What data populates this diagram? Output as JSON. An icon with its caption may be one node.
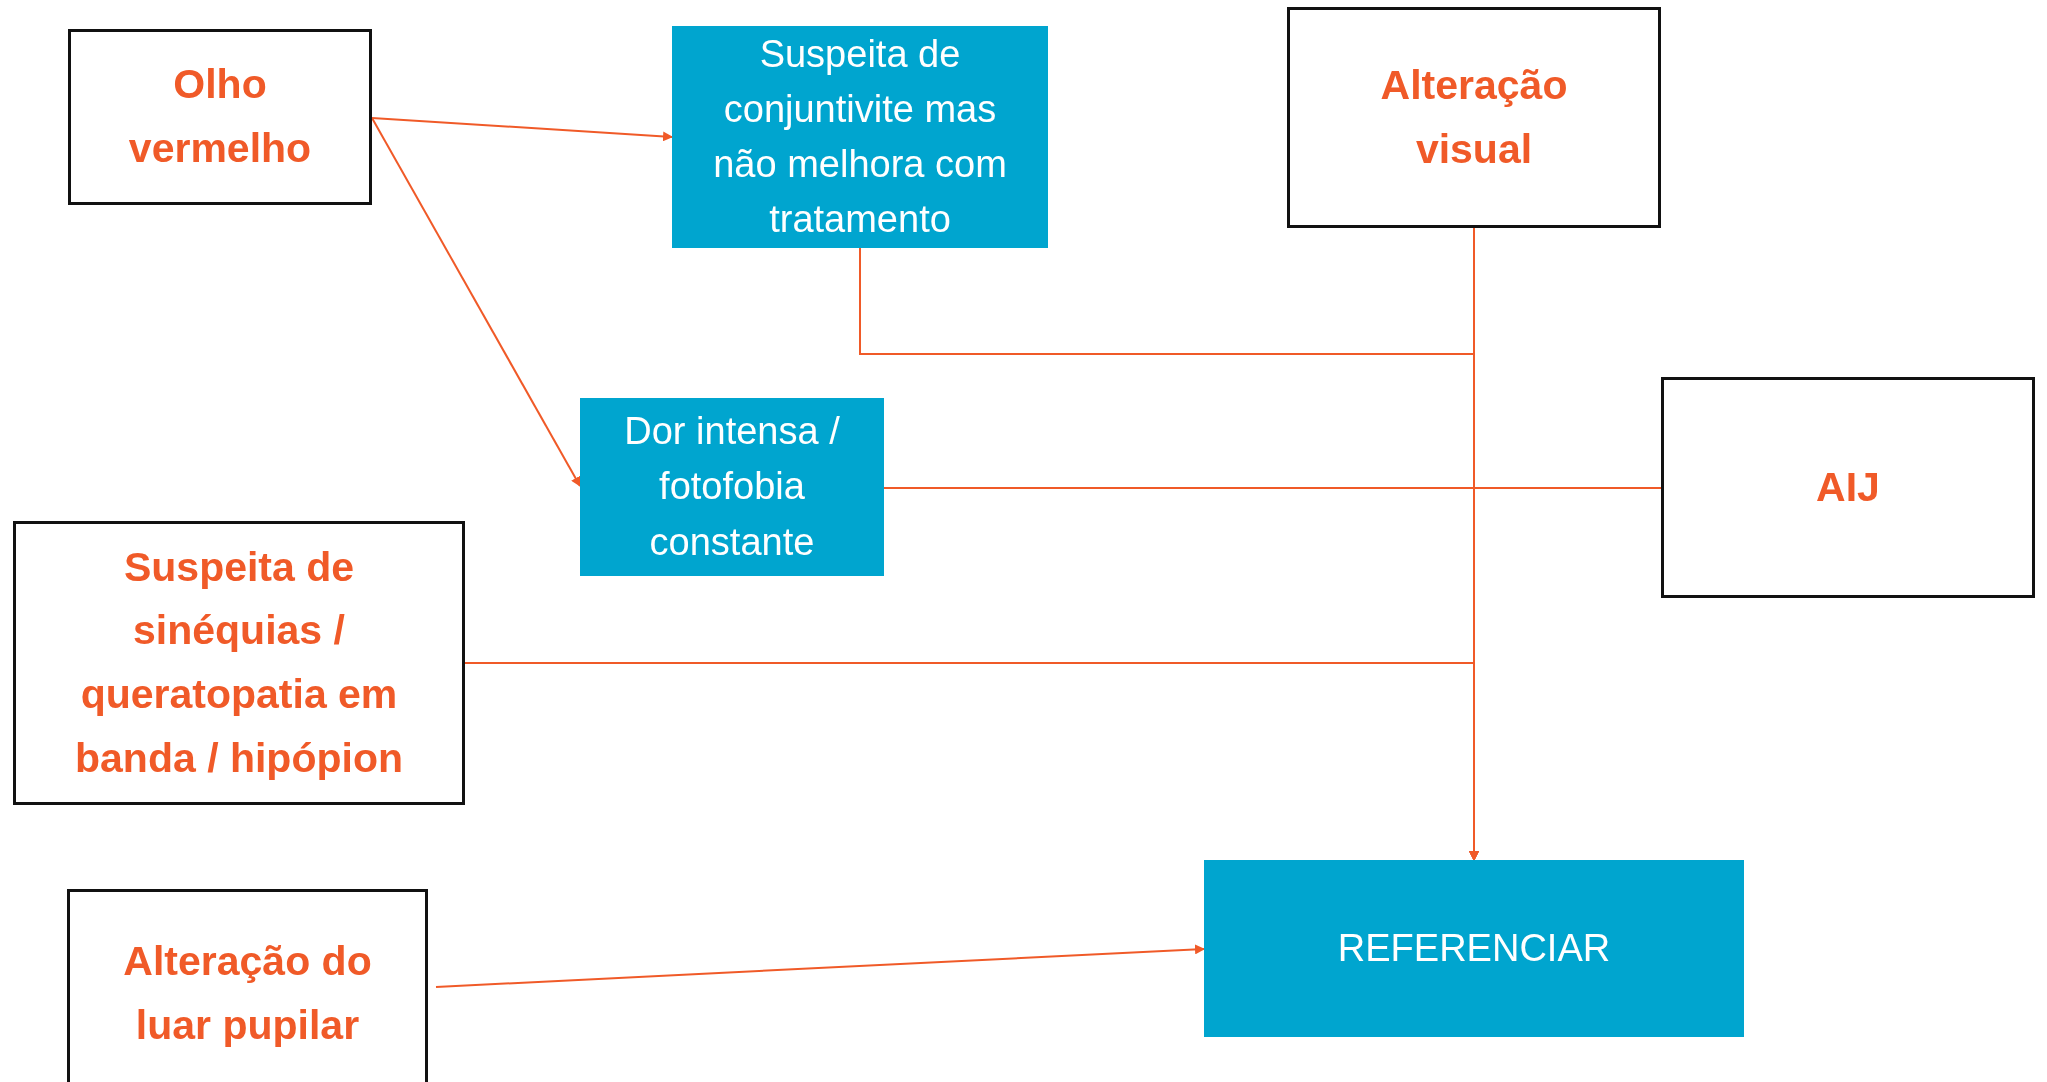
{
  "diagram": {
    "nodes": [
      {
        "text": [
          "Olho vermelho"
        ]
      },
      {
        "text": [
          "Suspeita de conjuntivite mas não melhora com tratamento"
        ]
      },
      {
        "text": [
          "Alteração visual"
        ]
      },
      {
        "text": [
          "Dor intensa / fotofobia constante"
        ]
      },
      {
        "text": [
          "AIJ"
        ]
      },
      {
        "text": [
          "Suspeita de sinéquias / queratopatia em banda / hipópion"
        ]
      },
      {
        "text": [
          "Alteração do luar pupilar"
        ]
      },
      {
        "text": [
          "REFERENCIAR"
        ]
      }
    ],
    "edges": [
      {
        "from": 0,
        "to": 1,
        "arrow": "to"
      },
      {
        "from": 0,
        "to": 3,
        "arrow": "to"
      },
      {
        "from": 1,
        "to": 7,
        "arrow": "to"
      },
      {
        "from": 2,
        "to": 7,
        "arrow": "to"
      },
      {
        "from": 3,
        "to": 7,
        "arrow": "to"
      },
      {
        "from": 4,
        "to": 7,
        "arrow": "to"
      },
      {
        "from": 5,
        "to": 7,
        "arrow": "to"
      },
      {
        "from": 6,
        "to": 7,
        "arrow": "to"
      }
    ]
  }
}
